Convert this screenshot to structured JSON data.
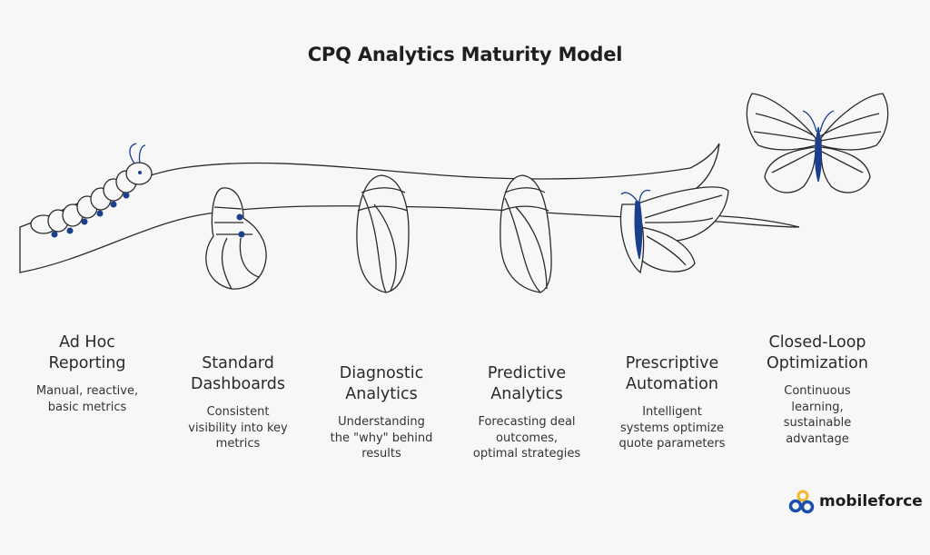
{
  "title": "CPQ Analytics Maturity Model",
  "stages": [
    {
      "title_lines": [
        "Ad Hoc",
        "Reporting"
      ],
      "desc_lines": [
        "Manual, reactive,",
        "basic metrics"
      ],
      "icon": "caterpillar-icon"
    },
    {
      "title_lines": [
        "Standard",
        "Dashboards"
      ],
      "desc_lines": [
        "Consistent",
        "visibility into key",
        "metrics"
      ],
      "icon": "pupa-icon"
    },
    {
      "title_lines": [
        "Diagnostic",
        "Analytics"
      ],
      "desc_lines": [
        "Understanding",
        "the \"why\" behind",
        "results"
      ],
      "icon": "chrysalis-icon"
    },
    {
      "title_lines": [
        "Predictive",
        "Analytics"
      ],
      "desc_lines": [
        "Forecasting deal",
        "outcomes,",
        "optimal strategies"
      ],
      "icon": "chrysalis-icon"
    },
    {
      "title_lines": [
        "Prescriptive",
        "Automation"
      ],
      "desc_lines": [
        "Intelligent",
        "systems optimize",
        "quote parameters"
      ],
      "icon": "emerging-butterfly-icon"
    },
    {
      "title_lines": [
        "Closed-Loop",
        "Optimization"
      ],
      "desc_lines": [
        "Continuous",
        "learning,",
        "sustainable",
        "advantage"
      ],
      "icon": "butterfly-icon"
    }
  ],
  "logo": {
    "text": "mobileforce"
  },
  "colors": {
    "accent": "#1b3f8f",
    "logo_yellow": "#f2b62b",
    "background": "#f7f7f7"
  }
}
